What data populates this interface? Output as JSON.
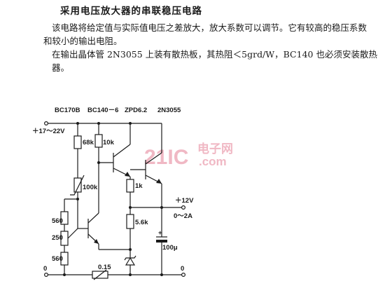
{
  "header": {
    "title": "采用电压放大器的串联稳压电路",
    "para1": "该电路将给定值与实际值电压之差放大，放大系数可以调节。它有较高的稳压系数和较小的输出电阻。",
    "para2": "在输出晶体管 2N3055 上装有散热板，其热阻＜5grd/W，BC140 也必须安装散热器。"
  },
  "schematic": {
    "parts": {
      "t1": "BC170B",
      "t2": "BC140－6",
      "zener": "ZPD6.2",
      "t3": "2N3055"
    },
    "input_voltage": "＋17～22V",
    "r_68k": "68k",
    "r_10k": "10k",
    "r_100k": "100k",
    "r_1k": "1k",
    "r_560_top": "560",
    "r_250": "250",
    "r_560_bot": "560",
    "r_5_6k": "5.6k",
    "r_0_15": "0.15",
    "cap_100u": "100μ",
    "cap_plus": "+",
    "output_voltage": "＋12V",
    "output_current": "0～2A",
    "ground_left": "0",
    "ground_right": "0"
  },
  "watermark": {
    "brand": "21IC",
    "cn": "电子网",
    "domain": ".com"
  }
}
